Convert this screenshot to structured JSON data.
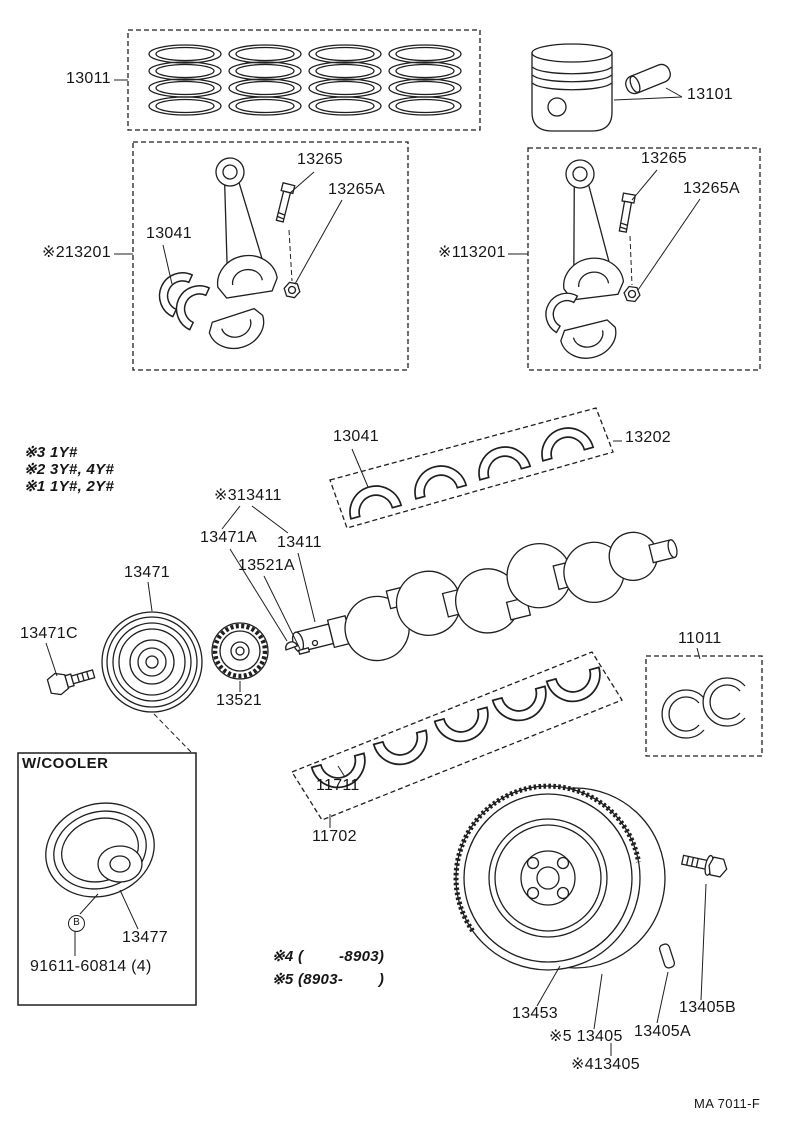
{
  "doc": {
    "code": "MA 7011-F"
  },
  "headings": {
    "with_cooler": "W/COOLER"
  },
  "markers": {
    "bolt_b": "B"
  },
  "notes": {
    "n3": "※3 1Y#",
    "n2": "※2 3Y#, 4Y#",
    "n1": "※1 1Y#, 2Y#",
    "n4": "※4 (        -8903)",
    "n5": "※5 (8903-        )"
  },
  "callouts": {
    "piston_ring_set": "13011",
    "piston": "13101",
    "rod_bolt_left": "13265",
    "rod_nut_left": "13265A",
    "rod_bearing_left": "13041",
    "rod_subassy_left": "※213201",
    "rod_bolt_right": "13265",
    "rod_nut_right": "13265A",
    "rod_subassy_right": "※113201",
    "main_bearing_upper": "13041",
    "main_bearing_set": "13202",
    "crankshaft_variant": "※313411",
    "pulley_key": "13471A",
    "crankshaft": "13411",
    "gear_key": "13521A",
    "crank_pulley": "13471",
    "pulley_bolt": "13471C",
    "timing_gear": "13521",
    "thrust_washer_set": "11011",
    "main_bearing_lower": "11711",
    "main_bearing_lower_set": "11702",
    "cooler_pulley": "13477",
    "cooler_pulley_bolt": "91611-60814 (4)",
    "flywheel": "13453",
    "flywheel_sub": "※5 13405",
    "flywheel_pin": "13405A",
    "flywheel_bolt": "13405B",
    "flywheel_assy": "※413405"
  }
}
